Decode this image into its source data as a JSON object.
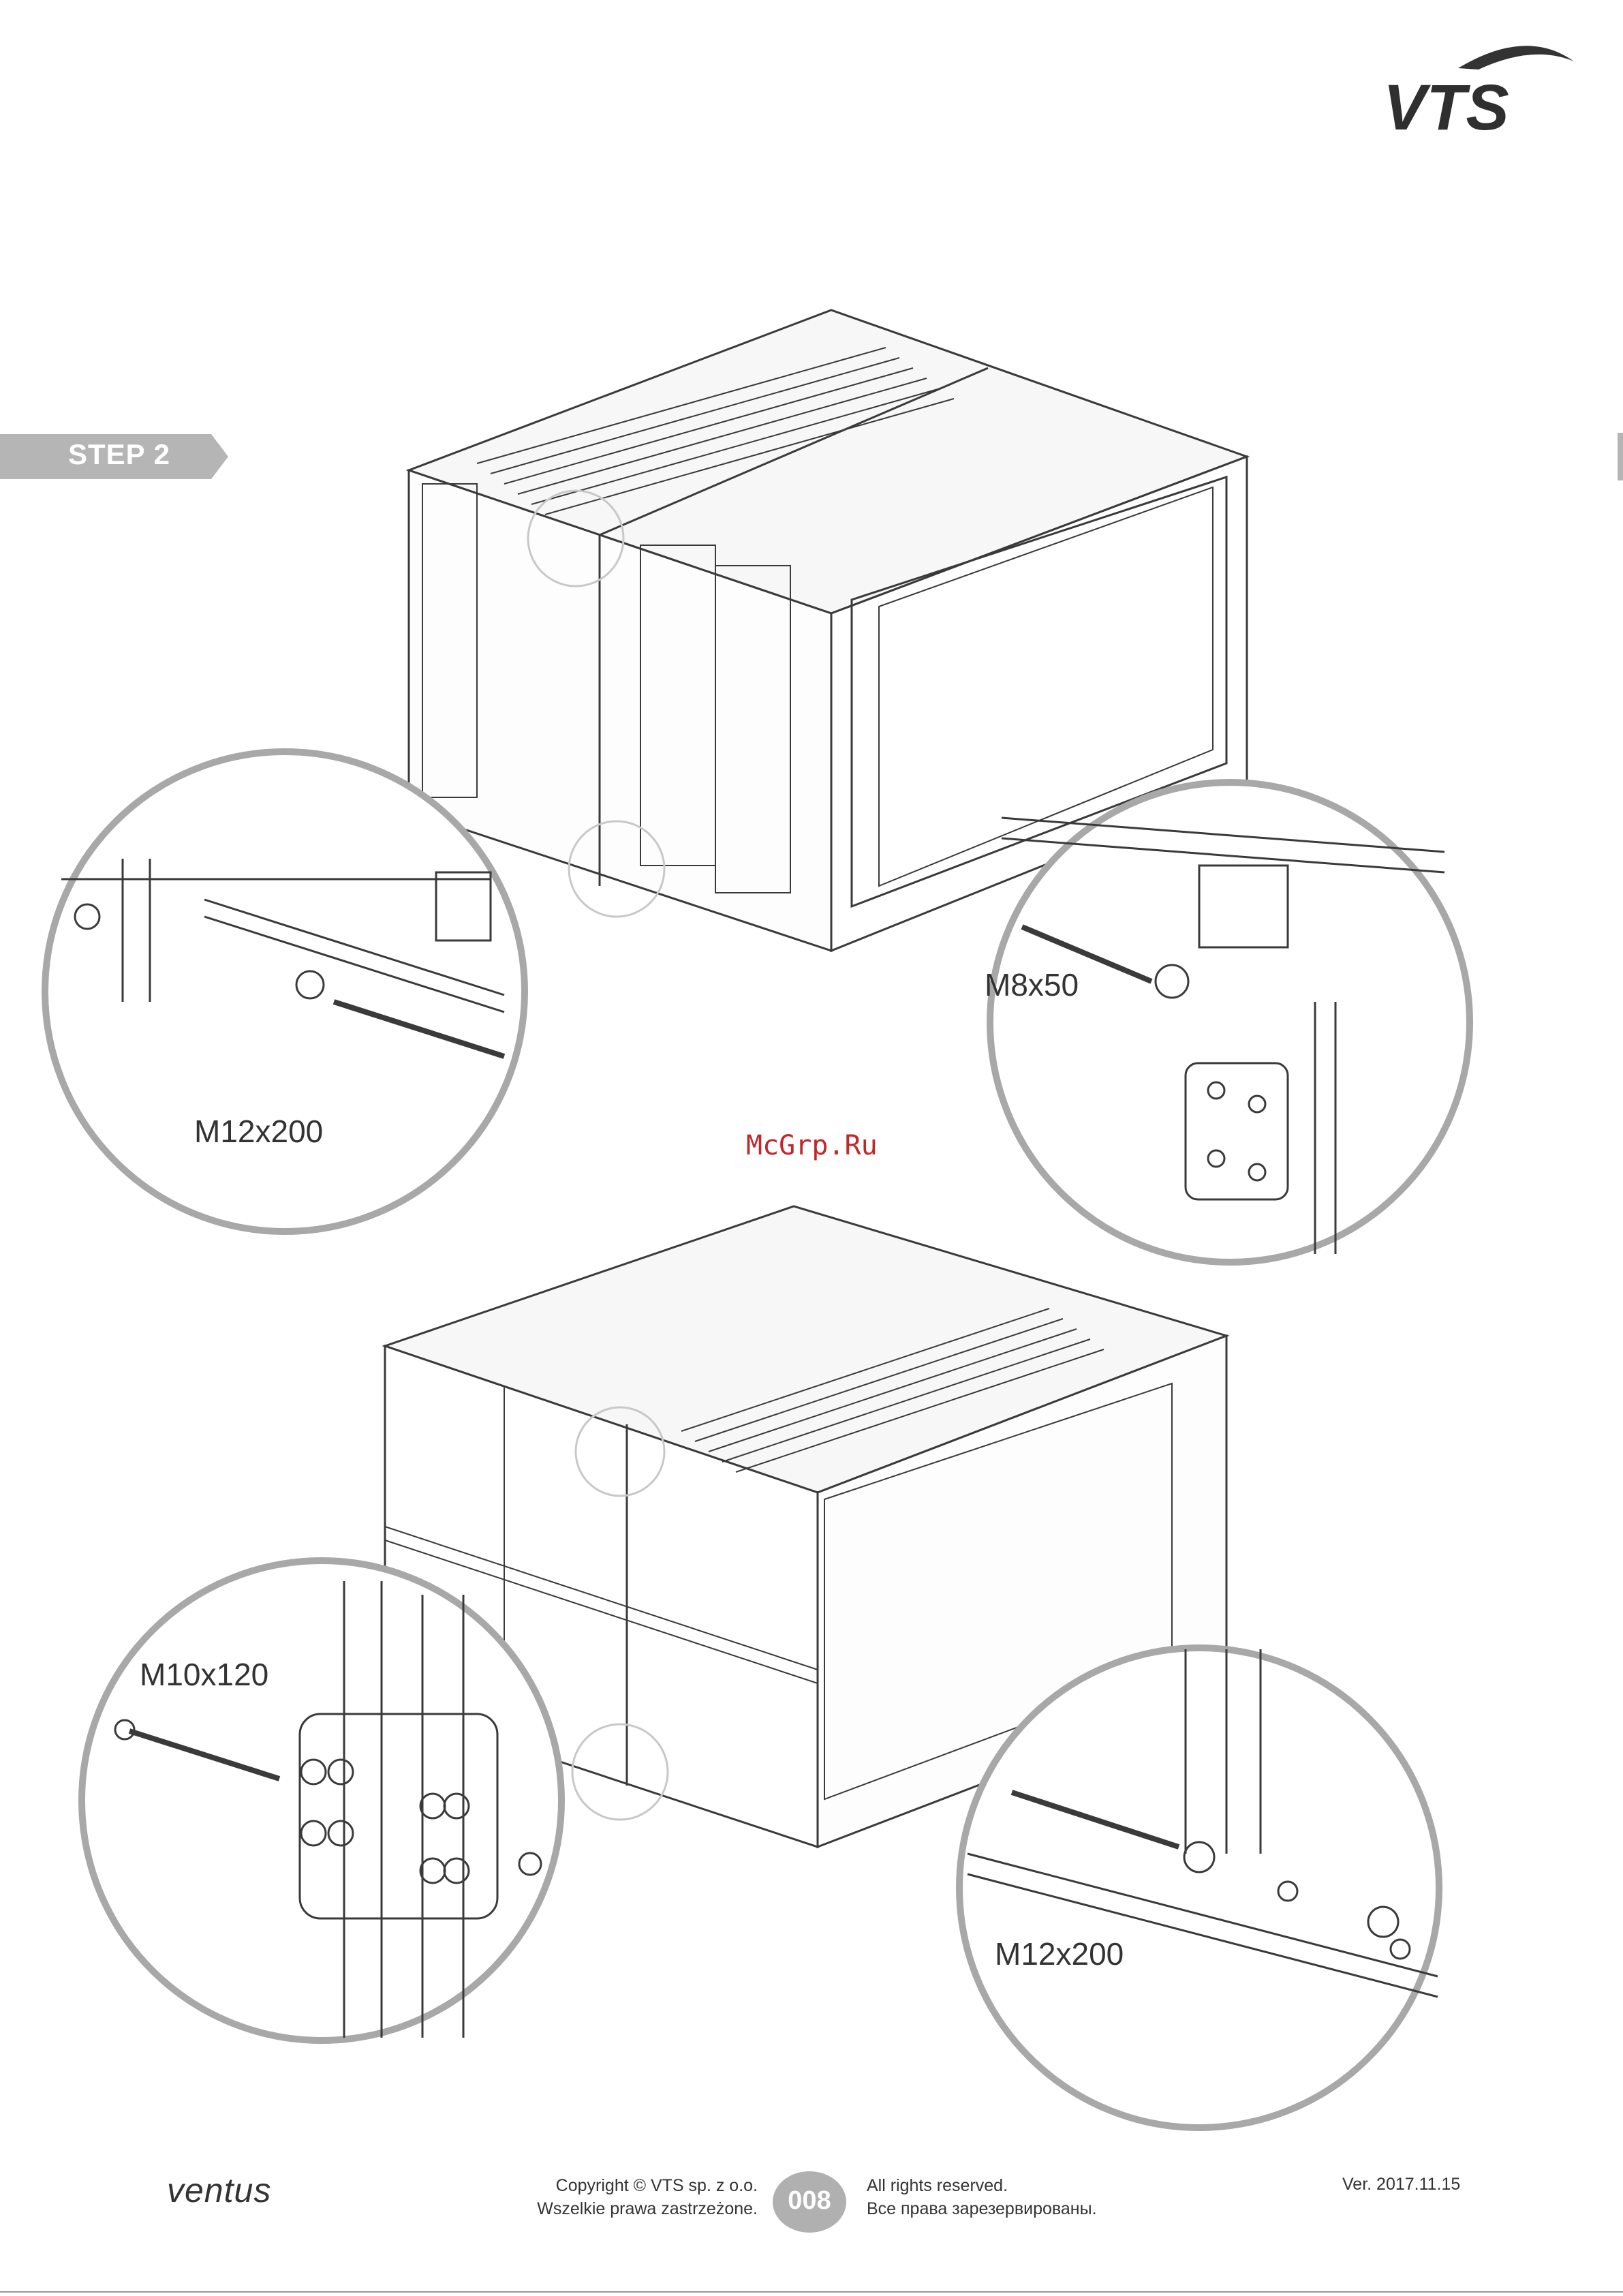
{
  "brand": {
    "logo_text": "VTS"
  },
  "step": {
    "label": "STEP 2"
  },
  "callouts": {
    "top_left": "M12x200",
    "top_right": "M8x50",
    "bottom_left": "M10x120",
    "bottom_right": "M12x200"
  },
  "watermark": "McGrp.Ru",
  "footer": {
    "product_logo": "ventus",
    "copyright_line1": "Copyright © VTS sp. z o.o.",
    "copyright_line2": "Wszelkie prawa zastrzeżone.",
    "page_number": "008",
    "rights_line1": "All rights reserved.",
    "rights_line2": "Все права зарезервированы.",
    "version": "Ver. 2017.11.15"
  },
  "colors": {
    "line": "#3a3a3a",
    "circle": "#a8a8a8",
    "badge": "#b5b5b5",
    "watermark": "#c0282b"
  }
}
